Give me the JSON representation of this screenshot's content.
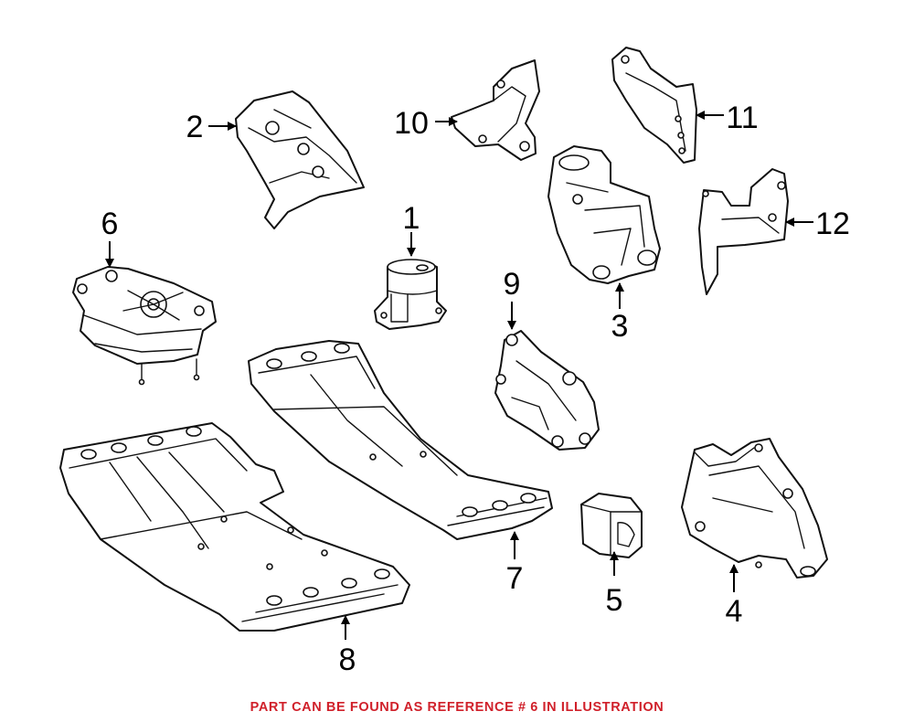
{
  "callouts": [
    "1",
    "2",
    "3",
    "4",
    "5",
    "6",
    "7",
    "8",
    "9",
    "10",
    "11",
    "12"
  ],
  "footer": {
    "note": "PART CAN BE FOUND AS REFERENCE # 6 IN ILLUSTRATION",
    "color": "#d0202a"
  }
}
